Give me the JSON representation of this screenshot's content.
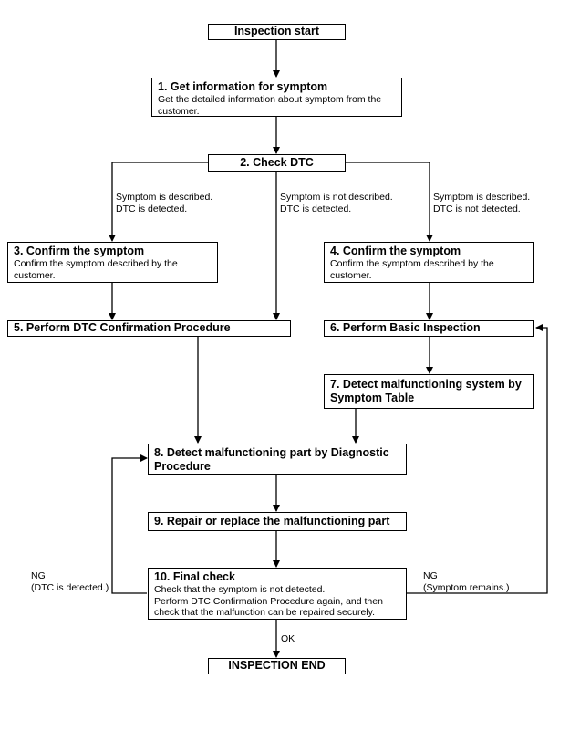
{
  "start": "Inspection start",
  "end": "INSPECTION END",
  "steps": [
    {
      "title": "1. Get information for symptom",
      "body": "Get the detailed information about symptom from the\ncustomer."
    },
    {
      "title": "2. Check DTC",
      "body": ""
    },
    {
      "title": "3. Confirm the symptom",
      "body": "Confirm the symptom described by the\ncustomer."
    },
    {
      "title": "4. Confirm the symptom",
      "body": "Confirm the symptom described by the\ncustomer."
    },
    {
      "title": "5. Perform DTC Confirmation Procedure",
      "body": ""
    },
    {
      "title": "6. Perform Basic Inspection",
      "body": ""
    },
    {
      "title": "7. Detect malfunctioning system by\n    Symptom Table",
      "body": ""
    },
    {
      "title": "8. Detect malfunctioning part by Diagnostic\n    Procedure",
      "body": ""
    },
    {
      "title": "9. Repair or replace the malfunctioning part",
      "body": ""
    },
    {
      "title": "10. Final check",
      "body": "Check that the symptom is not detected.\nPerform DTC Confirmation Procedure again, and then\ncheck that the malfunction can be repaired securely."
    }
  ],
  "branches": {
    "left": "Symptom is described.\nDTC is detected.",
    "middle": "Symptom is not described.\nDTC is detected.",
    "right": "Symptom is described.\nDTC is not detected."
  },
  "results": {
    "ng_left": "NG\n(DTC is detected.)",
    "ng_right": "NG\n(Symptom remains.)",
    "ok": "OK"
  }
}
